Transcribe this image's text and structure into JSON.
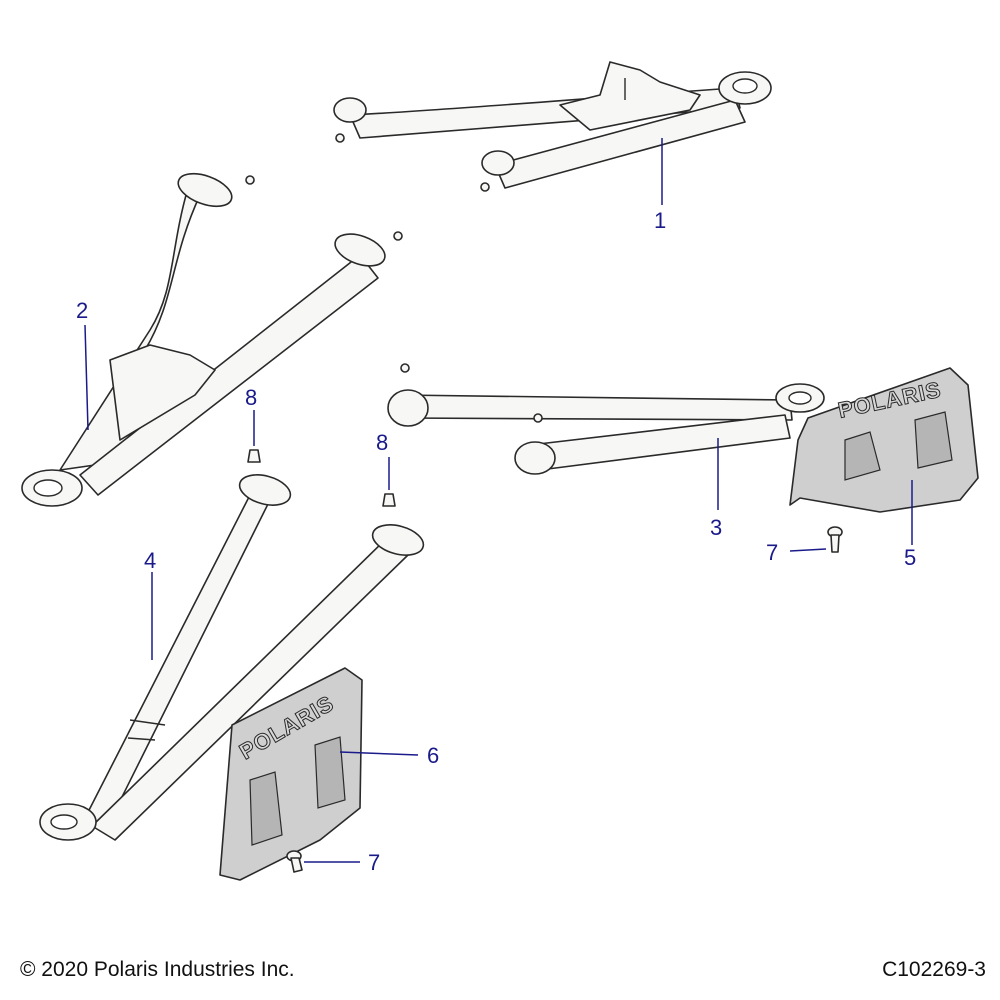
{
  "diagram": {
    "callouts": {
      "c1": "1",
      "c2": "2",
      "c3": "3",
      "c4": "4",
      "c5": "5",
      "c6": "6",
      "c7a": "7",
      "c7b": "7",
      "c8a": "8",
      "c8b": "8"
    },
    "logo_text": "POLARIS",
    "colors": {
      "callout": "#1a1a8a",
      "plate": "#cfcfcf",
      "tube": "#f7f7f5"
    }
  },
  "footer": {
    "copyright": "© 2020 Polaris Industries Inc.",
    "drawing_id": "C102269-3"
  }
}
